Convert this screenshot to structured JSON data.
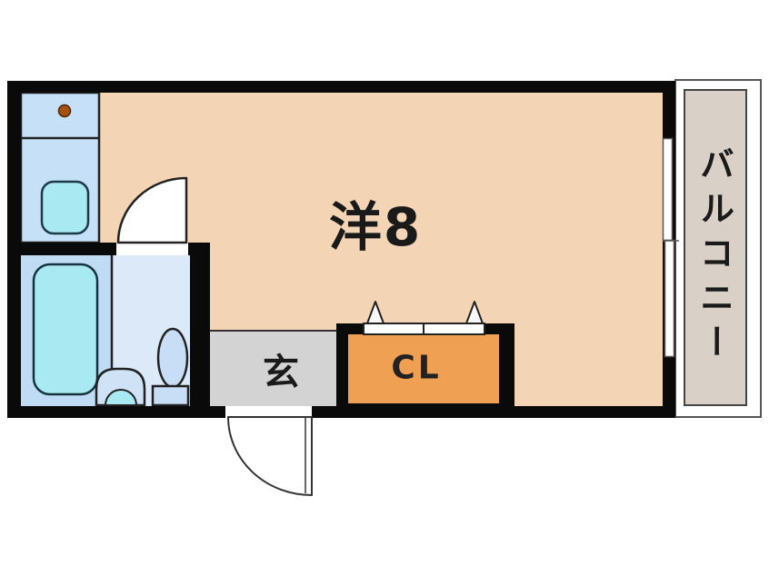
{
  "figure": {
    "type": "apartment-floorplan",
    "description": "Japanese one-room apartment floor plan"
  },
  "rooms": {
    "main_room": {
      "label": "洋8",
      "color": "#f3d5b5"
    },
    "closet": {
      "label": "CL",
      "color": "#f0a052"
    },
    "entrance": {
      "label": "玄",
      "color": "#d3d3d3"
    },
    "balcony": {
      "label": "バルコニー",
      "color": "#d9d0c8"
    },
    "kitchen": {
      "color": "#c6e0f7"
    },
    "bathroom": {
      "color": "#dbe9f9"
    }
  },
  "fixtures": [
    "kitchen-stove-burner",
    "kitchen-sink",
    "bathtub",
    "washbasin",
    "toilet",
    "bathroom-swing-door",
    "entrance-swing-door",
    "sliding-window",
    "closet-folding-doors"
  ],
  "palette": {
    "wall": "#0a0a0a",
    "main_room": "#f3d5b5",
    "kitchen": "#c6e0f7",
    "bathroom_floor": "#dbe9f9",
    "bathtub_area": "#c0dbf4",
    "water_fixture": "#a9eaf2",
    "toilet": "#c8def6",
    "entrance_floor": "#d3d3d3",
    "closet": "#f0a052",
    "balcony": "#d9d0c8",
    "stove_dot": "#a6520e",
    "background": "#ffffff",
    "text": "#1a1a1a"
  }
}
